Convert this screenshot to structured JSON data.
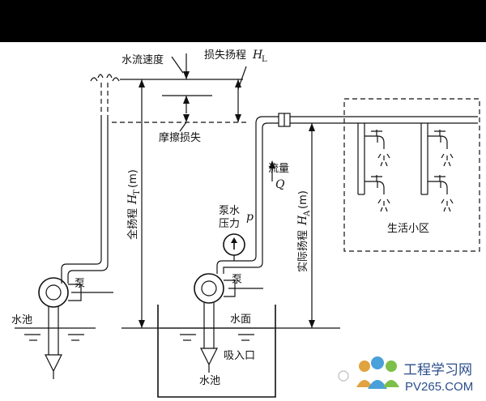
{
  "labels": {
    "water_velocity": "水流速度",
    "head_loss": "损失扬程",
    "head_loss_sym": "H",
    "head_loss_sub": "L",
    "friction_loss": "摩擦损失",
    "flow": "流量",
    "flow_sym": "Q",
    "pump_pressure_1": "泵水",
    "pump_pressure_2": "压力",
    "pump_pressure_sym": "p",
    "pump_left": "泵",
    "pump_right": "泵",
    "total_head": "全扬程",
    "total_head_sym": "H",
    "total_head_sub": "T",
    "total_head_unit": "(m)",
    "actual_head": "实际扬程",
    "actual_head_sym": "H",
    "actual_head_sub": "A",
    "actual_head_unit": "(m)",
    "water_tank_left": "水池",
    "water_surface": "水面",
    "suction_inlet": "吸入口",
    "water_tank_bottom": "水池",
    "residential_area": "生活小区"
  },
  "watermark": {
    "cn": "工程学习网",
    "en": "PV265.COM"
  }
}
